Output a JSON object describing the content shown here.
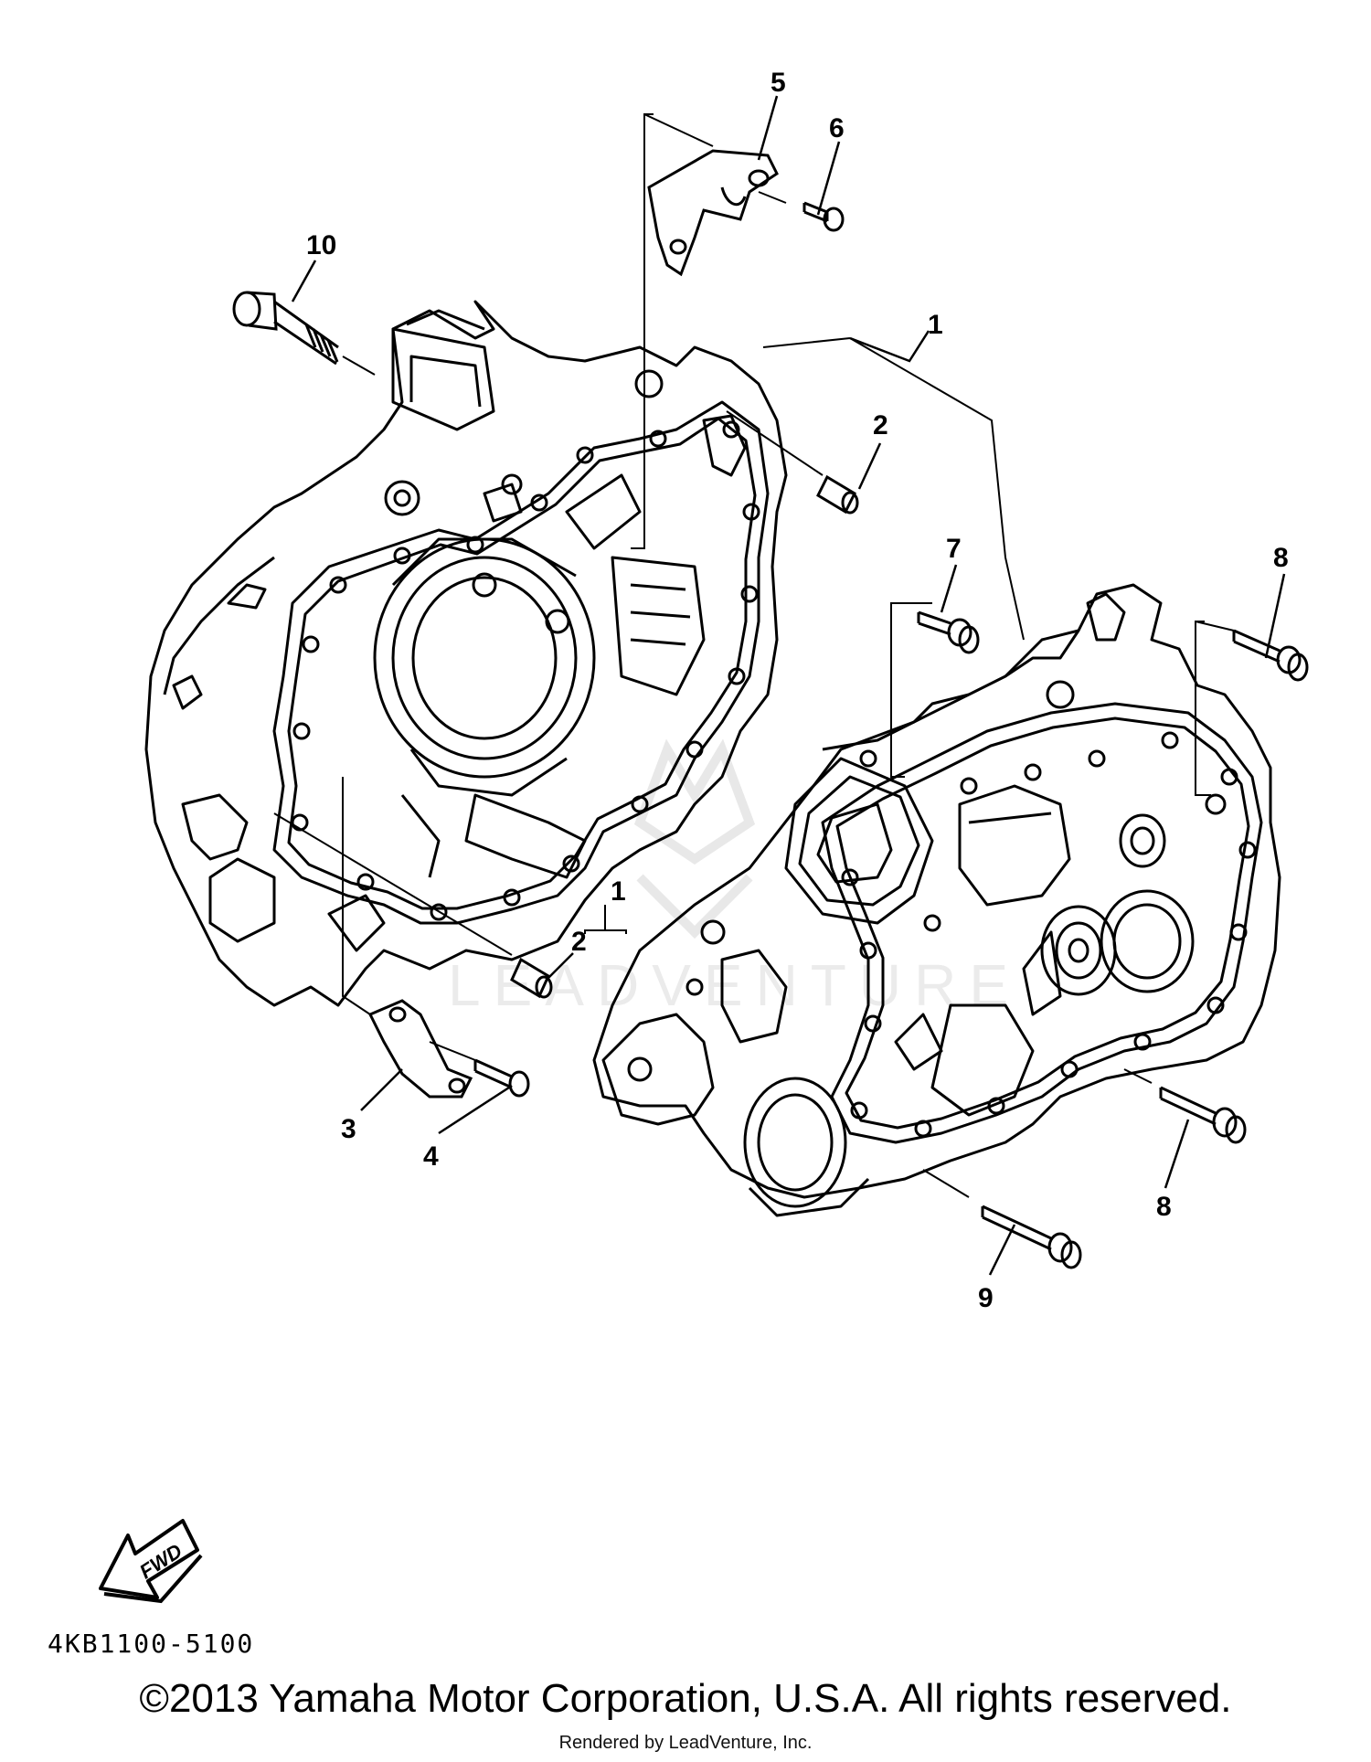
{
  "callouts": {
    "c1_top": "1",
    "c1_mid": "1",
    "c2_top": "2",
    "c2_mid": "2",
    "c3": "3",
    "c4": "4",
    "c5": "5",
    "c6": "6",
    "c7": "7",
    "c8_top": "8",
    "c8_bot": "8",
    "c9": "9",
    "c10": "10"
  },
  "fwd_arrow": {
    "label": "FWD",
    "icon": "fwd-arrow-icon"
  },
  "diagram_code": "4KB1100-5100",
  "copyright": "©2013 Yamaha Motor Corporation, U.S.A. All rights reserved.",
  "rendered_by": "Rendered by LeadVenture, Inc.",
  "watermark": {
    "text": "LEADVENTURE",
    "icon": "leadventure-logo-icon"
  }
}
